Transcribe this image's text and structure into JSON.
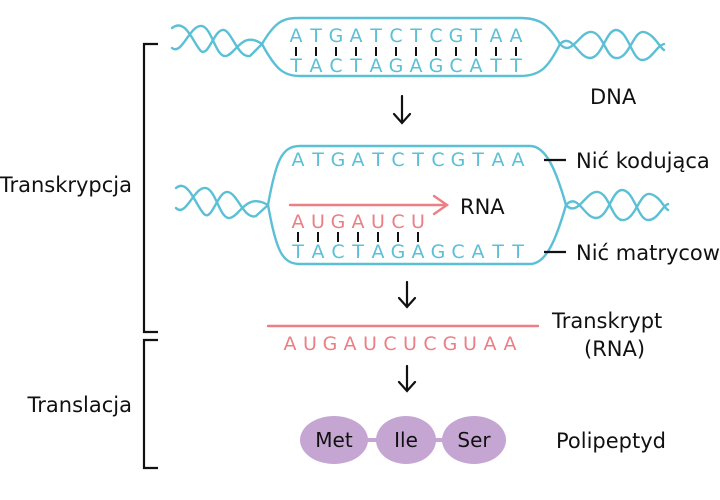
{
  "colors": {
    "dna": "#5bc0d6",
    "rna": "#ec7f85",
    "protein": "#c5a6d3",
    "ink": "#111111"
  },
  "labels": {
    "dna": "DNA",
    "rna": "RNA",
    "coding_strand": "Nić kodująca",
    "template_strand": "Nić matrycowa",
    "transcript_line1": "Transkrypt",
    "transcript_line2": "(RNA)",
    "polypeptide": "Polipeptyd",
    "transcription": "Transkrypcja",
    "translation": "Translacja"
  },
  "sequences": {
    "dna_top": [
      "A",
      "T",
      "G",
      "A",
      "T",
      "C",
      "T",
      "C",
      "G",
      "T",
      "A",
      "A"
    ],
    "dna_bottom": [
      "T",
      "A",
      "C",
      "T",
      "A",
      "G",
      "A",
      "G",
      "C",
      "A",
      "T",
      "T"
    ],
    "coding": [
      "A",
      "T",
      "G",
      "A",
      "T",
      "C",
      "T",
      "C",
      "G",
      "T",
      "A",
      "A"
    ],
    "rna_partial": [
      "A",
      "U",
      "G",
      "A",
      "U",
      "C",
      "U"
    ],
    "template": [
      "T",
      "A",
      "C",
      "T",
      "A",
      "G",
      "A",
      "G",
      "C",
      "A",
      "T",
      "T"
    ],
    "transcript": [
      "A",
      "U",
      "G",
      "A",
      "U",
      "C",
      "U",
      "C",
      "G",
      "U",
      "A",
      "A"
    ]
  },
  "amino_acids": [
    "Met",
    "Ile",
    "Ser"
  ]
}
